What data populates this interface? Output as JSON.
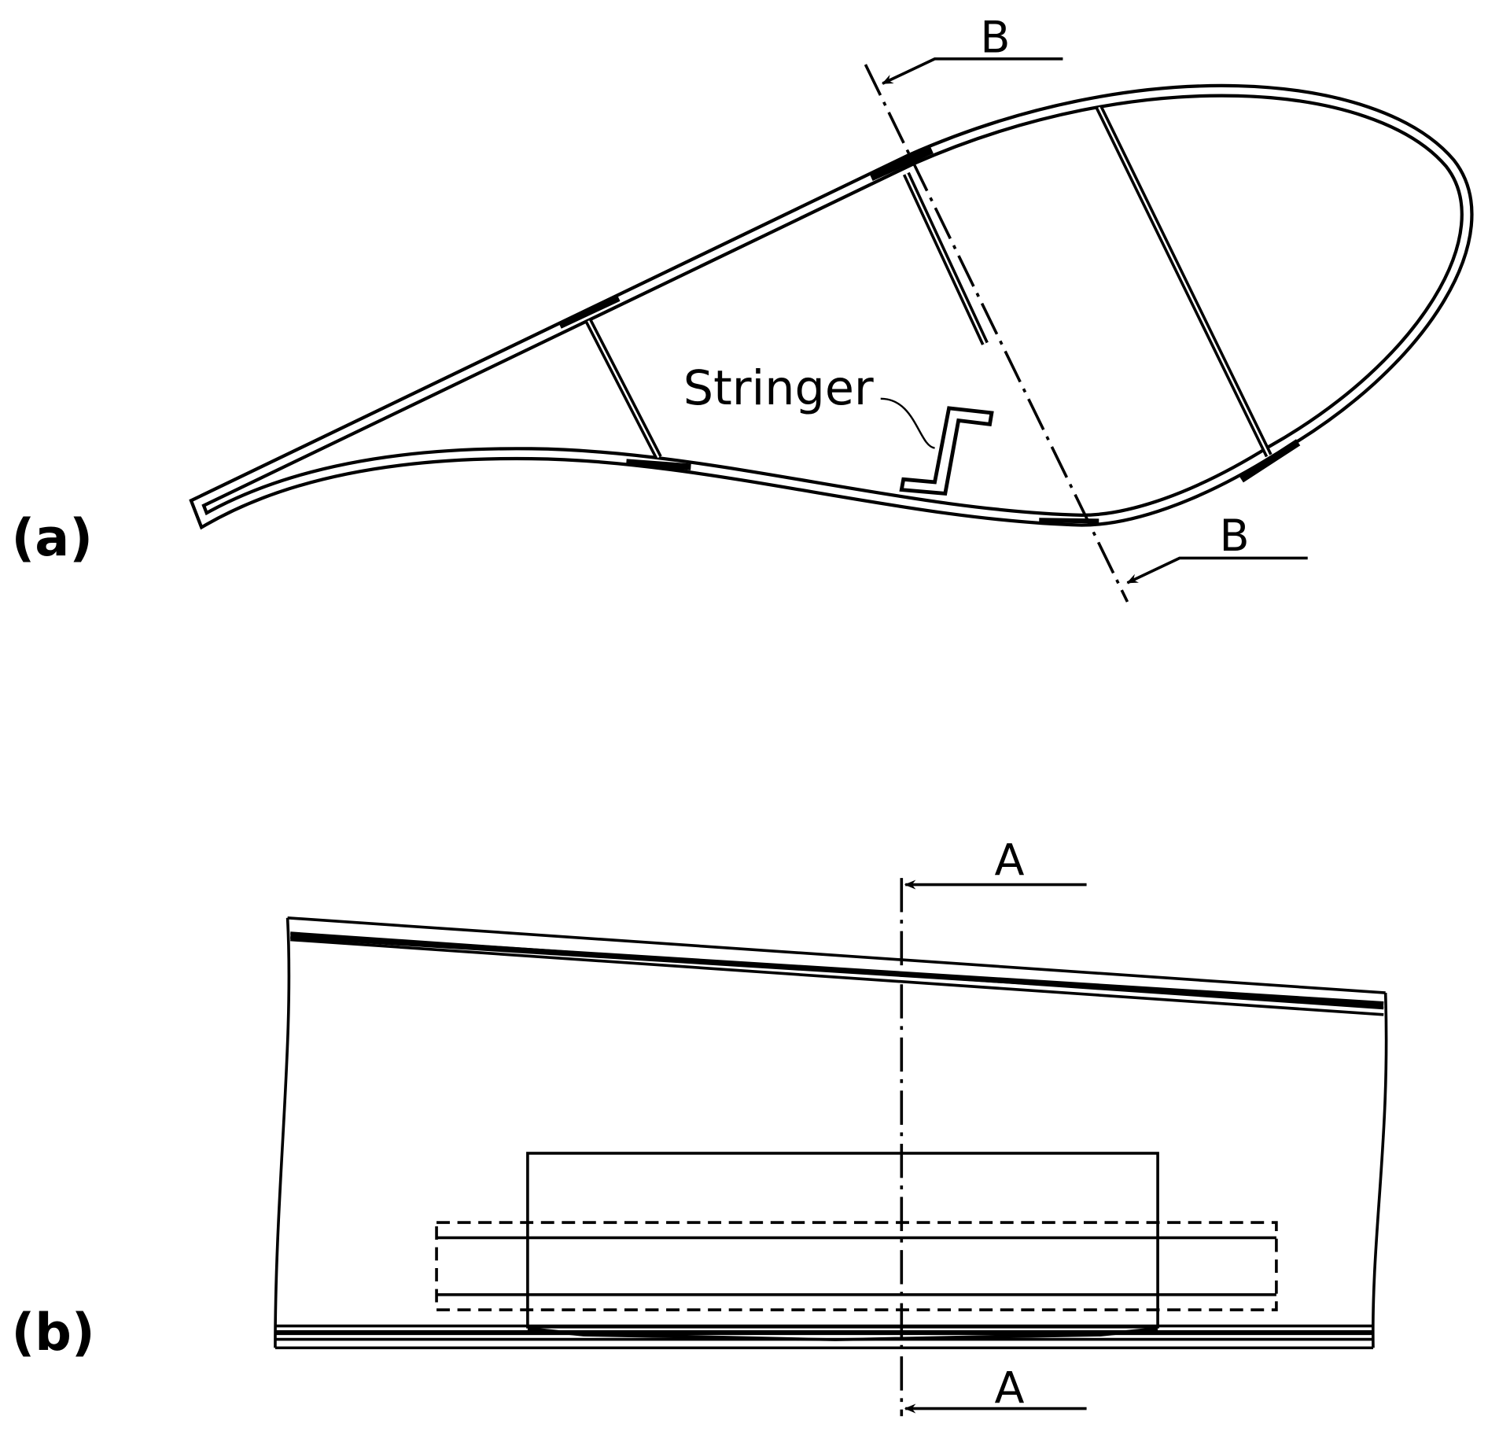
{
  "panels": {
    "a": {
      "label": "(a)",
      "stringer_label": "Stringer",
      "section_label": "B"
    },
    "b": {
      "label": "(b)",
      "section_label": "A"
    }
  },
  "colors": {
    "ink": "#000000",
    "background": "#ffffff"
  }
}
